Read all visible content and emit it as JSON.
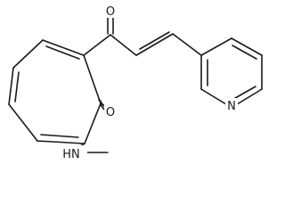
{
  "molecule": {
    "atoms": {
      "ketone_oxygen": "O",
      "tropone_oxygen": "O",
      "amine": "HN",
      "methyl": "",
      "pyridine_nitrogen": "N"
    }
  },
  "colors": {
    "bond": "#1a1a1a",
    "label": "#1a1a1a",
    "background": "#ffffff"
  }
}
